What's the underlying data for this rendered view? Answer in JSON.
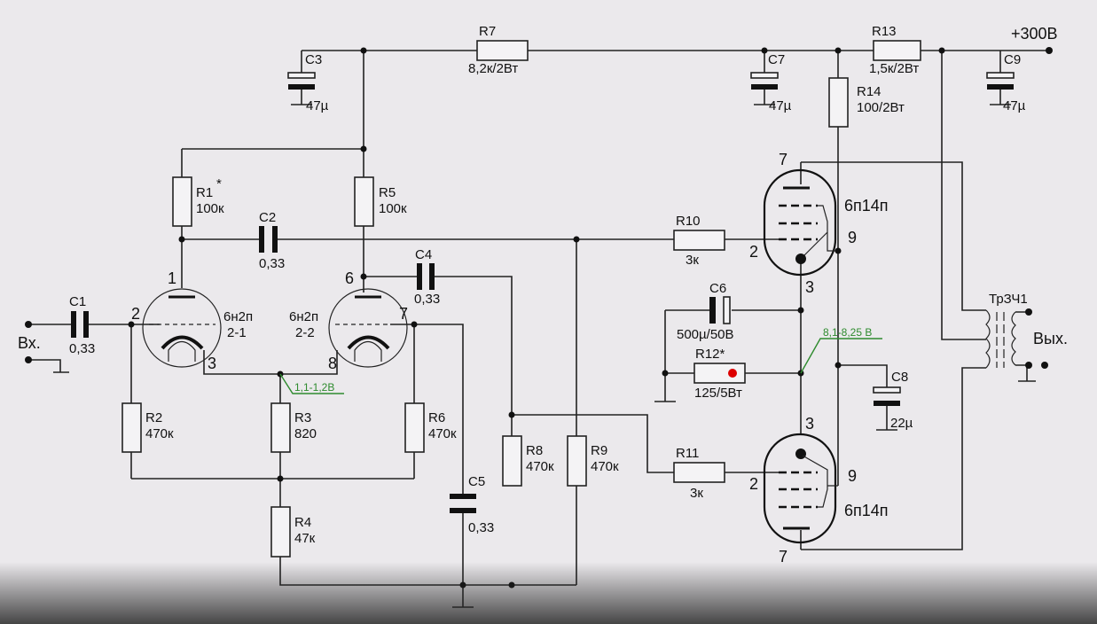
{
  "supply": "+300В",
  "input_label": "Вх.",
  "output_label": "Вых.",
  "transformer": "ТрЗЧ1",
  "components": {
    "R1": {
      "name": "R1",
      "mark": "*",
      "value": "100к"
    },
    "R2": {
      "name": "R2",
      "value": "470к"
    },
    "R3": {
      "name": "R3",
      "value": "820"
    },
    "R4": {
      "name": "R4",
      "value": "47к"
    },
    "R5": {
      "name": "R5",
      "value": "100к"
    },
    "R6": {
      "name": "R6",
      "value": "470к"
    },
    "R7": {
      "name": "R7",
      "value": "8,2к/2Вт"
    },
    "R8": {
      "name": "R8",
      "value": "470к"
    },
    "R9": {
      "name": "R9",
      "value": "470к"
    },
    "R10": {
      "name": "R10",
      "value": "3к"
    },
    "R11": {
      "name": "R11",
      "value": "3к"
    },
    "R12": {
      "name": "R12*",
      "value": "125/5Вт"
    },
    "R13": {
      "name": "R13",
      "value": "1,5к/2Вт"
    },
    "R14": {
      "name": "R14",
      "value": "100/2Вт"
    },
    "C1": {
      "name": "C1",
      "value": "0,33"
    },
    "C2": {
      "name": "C2",
      "value": "0,33"
    },
    "C3": {
      "name": "C3",
      "value": "47µ"
    },
    "C4": {
      "name": "C4",
      "value": "0,33"
    },
    "C5": {
      "name": "C5",
      "value": "0,33"
    },
    "C6": {
      "name": "C6",
      "value": "500µ/50В"
    },
    "C7": {
      "name": "C7",
      "value": "47µ"
    },
    "C8": {
      "name": "C8",
      "value": "22µ"
    },
    "C9": {
      "name": "C9",
      "value": "47µ"
    }
  },
  "tubes": {
    "v1a": {
      "type": "6н2п",
      "section": "2-1",
      "pins": {
        "anode": "1",
        "grid": "2",
        "cathode": "3"
      }
    },
    "v1b": {
      "type": "6н2п",
      "section": "2-2",
      "pins": {
        "anode": "6",
        "grid": "7",
        "cathode": "8"
      }
    },
    "v2": {
      "type": "6п14п",
      "pins": {
        "anode": "7",
        "grid": "2",
        "cathode": "3",
        "screen": "9"
      }
    },
    "v3": {
      "type": "6п14п",
      "pins": {
        "anode": "7",
        "grid": "2",
        "cathode": "3",
        "screen": "9"
      }
    }
  },
  "annotations": {
    "cathode_voltage_preamp": "1,1-1,2В",
    "cathode_voltage_output": "8,1-8,25 В"
  },
  "colors": {
    "annotation": "#2e8b2e",
    "marker": "#dd0000"
  }
}
